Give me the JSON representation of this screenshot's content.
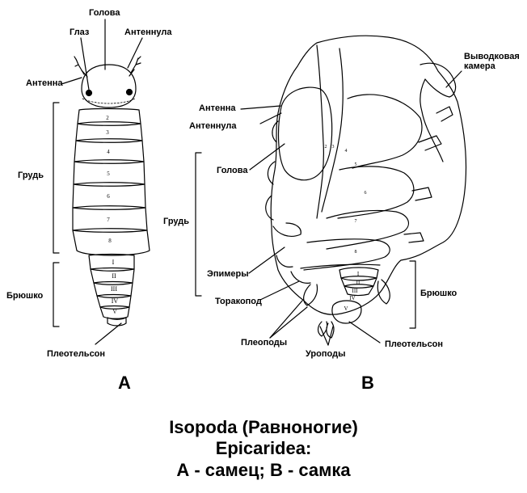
{
  "figure_a": {
    "labels": {
      "head": "Голова",
      "eye": "Глаз",
      "antennule": "Антеннула",
      "antenna": "Антенна",
      "thorax": "Грудь",
      "abdomen": "Брюшко",
      "pleotelson": "Плеотельсон"
    },
    "thorax_segments": [
      "2",
      "3",
      "4",
      "5",
      "6",
      "7",
      "8"
    ],
    "abdomen_segments": [
      "I",
      "II",
      "III",
      "IV",
      "V"
    ],
    "panel_letter": "A"
  },
  "figure_b": {
    "labels": {
      "brood_chamber": "Выводковая камера",
      "antenna": "Антенна",
      "antennule": "Антеннула",
      "head": "Голова",
      "thorax": "Грудь",
      "epimeres": "Эпимеры",
      "thoracopod": "Торакопод",
      "pleopods": "Плеоподы",
      "uropods": "Уроподы",
      "pleotelson": "Плеотельсон",
      "abdomen": "Брюшко"
    },
    "thorax_segments": [
      "2",
      "3",
      "4",
      "5",
      "6",
      "7",
      "8"
    ],
    "abdomen_segments": [
      "I",
      "II",
      "III",
      "IV",
      "V"
    ],
    "panel_letter": "B"
  },
  "caption": {
    "line1": "Isopoda (Равноногие)",
    "line2": "Epicaridea:",
    "line3": "А - самец; В - самка"
  }
}
